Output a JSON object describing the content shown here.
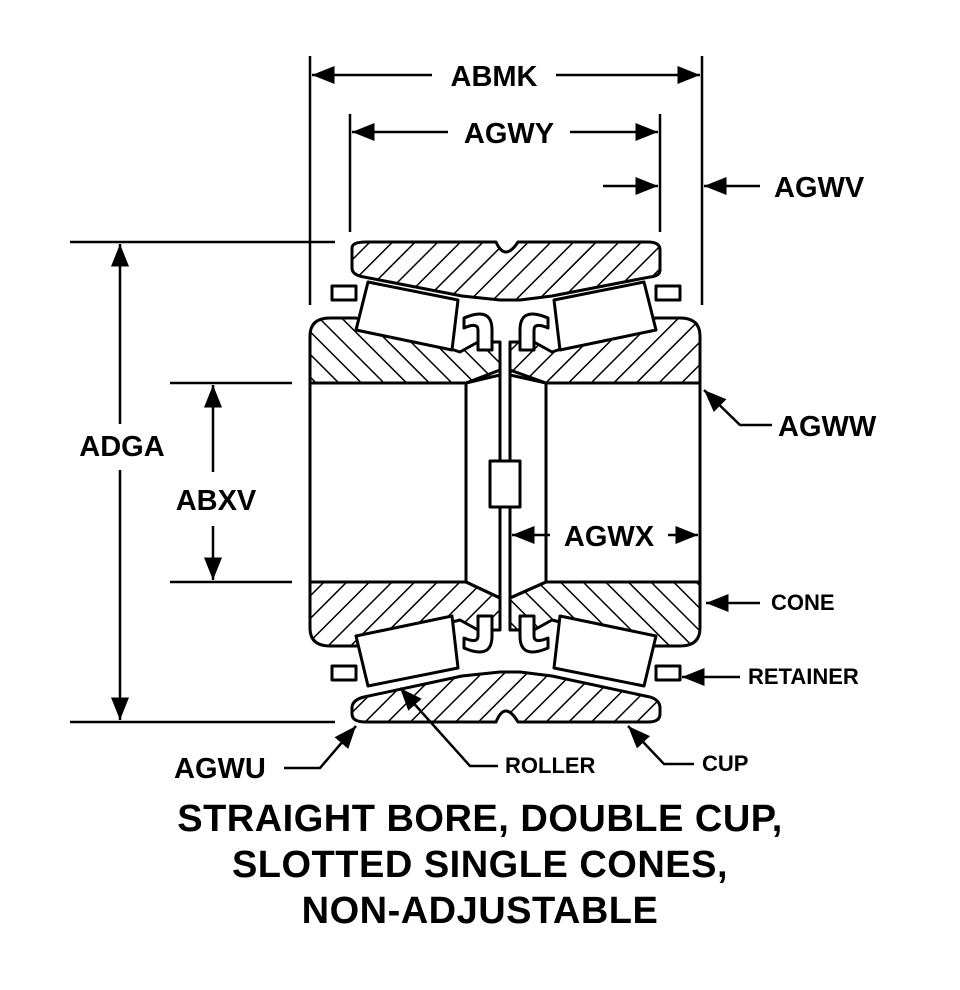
{
  "dimensions": {
    "abmk": "ABMK",
    "agwy": "AGWY",
    "agwv": "AGWV",
    "adga": "ADGA",
    "abxv": "ABXV",
    "agww": "AGWW",
    "agwx": "AGWX",
    "agwu": "AGWU"
  },
  "parts": {
    "cone": "CONE",
    "retainer": "RETAINER",
    "roller": "ROLLER",
    "cup": "CUP"
  },
  "caption": {
    "line1": "STRAIGHT BORE, DOUBLE CUP,",
    "line2": "SLOTTED SINGLE CONES,",
    "line3": "NON-ADJUSTABLE"
  }
}
